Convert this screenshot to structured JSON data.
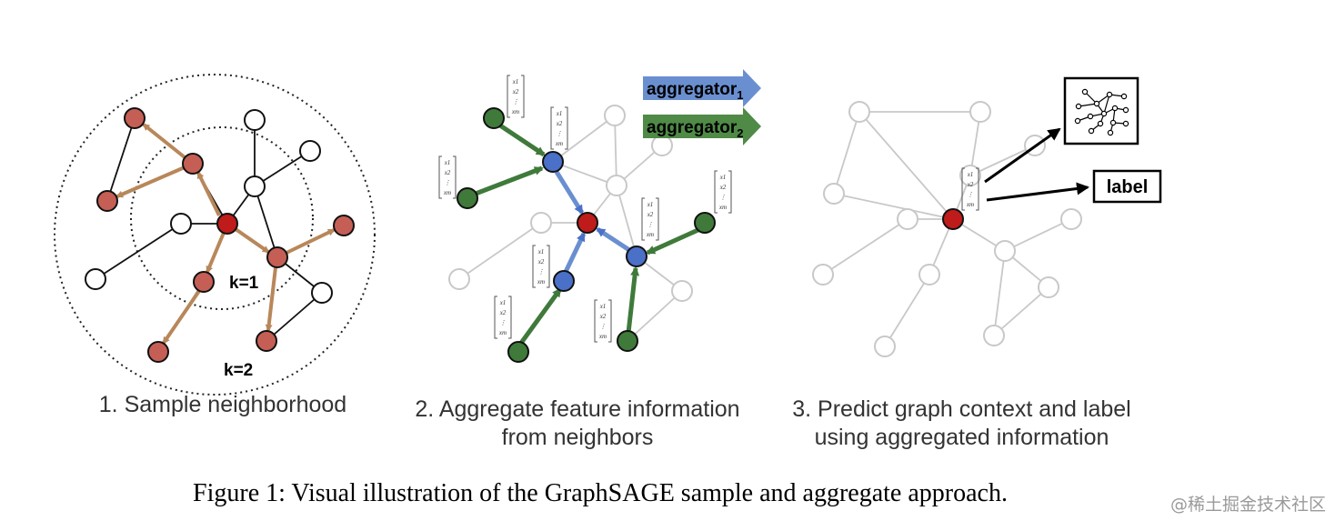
{
  "panel1": {
    "caption": "1. Sample neighborhood",
    "k1_label": "k=1",
    "k2_label": "k=2"
  },
  "panel2": {
    "caption_line1": "2. Aggregate feature information",
    "caption_line2": "from neighbors",
    "aggregator1_label": "aggregator",
    "aggregator1_sub": "1",
    "aggregator2_label": "aggregator",
    "aggregator2_sub": "2",
    "feature_vector": [
      "x1",
      "x2",
      "⋮",
      "xm"
    ]
  },
  "panel3": {
    "caption_line1": "3. Predict graph context and label",
    "caption_line2": "using aggregated information",
    "label_box": "label"
  },
  "figure_caption": "Figure 1: Visual illustration of the GraphSAGE sample and aggregate approach.",
  "watermark": "@稀土掘金技术社区",
  "colors": {
    "sampled_node": "#c55f55",
    "target_node": "#bf1b1b",
    "blue_node": "#4a70c8",
    "green_node": "#3f7a3a",
    "sample_arrow": "#b8875a",
    "aggregator1": "#6a8fd0",
    "aggregator2": "#4f8a47",
    "faded_edge": "#c8c8c8"
  }
}
